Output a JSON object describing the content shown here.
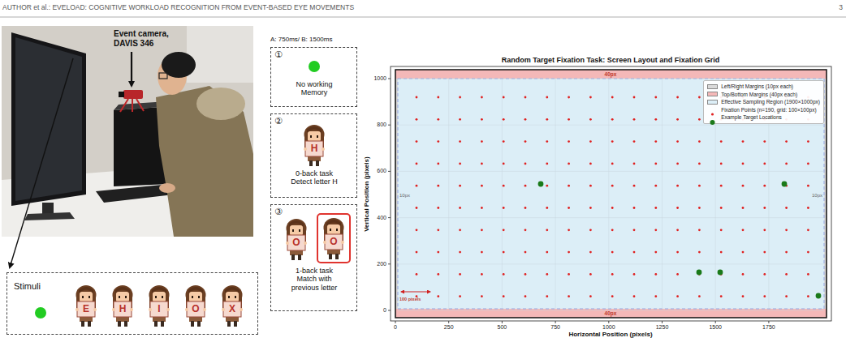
{
  "diagram": {
    "nodes": [
      {
        "text": [
          "Stimuli"
        ]
      },
      {
        "text": [
          "E"
        ],
        "in": 0
      },
      {
        "text": [
          "H"
        ],
        "in": 0
      },
      {
        "text": [
          "I"
        ],
        "in": 0
      },
      {
        "text": [
          "O"
        ],
        "in": 0
      },
      {
        "text": [
          "X"
        ],
        "in": 0
      },
      {
        "text": [
          "①",
          "No working Memory"
        ]
      },
      {
        "text": [
          "②",
          "0-back task Detect letter H"
        ]
      },
      {
        "text": [
          "H"
        ],
        "in": 7
      },
      {
        "text": [
          "③",
          "1-back task Match with previous letter"
        ]
      },
      {
        "text": [
          "O"
        ],
        "in": 9
      },
      {
        "text": [
          "O"
        ],
        "in": 9
      }
    ],
    "labels": [
      "AUTHOR et al.: EVELOAD: COGNITIVE WORKLOAD RECOGNITION FROM EVENT-BASED EYE MOVEMENTS",
      "3",
      "Event camera, DAVIS 346",
      "A: 750ms/ B: 1500ms",
      "Random Target Fixation Task: Screen Layout and Fixation Grid",
      "40px",
      "10px",
      "10px",
      "40px",
      "100 pixels",
      "0",
      "200",
      "400",
      "600",
      "800",
      "1000",
      "0",
      "250",
      "500",
      "750",
      "1000",
      "1250",
      "1500",
      "1750",
      "Horizontal Position (pixels)",
      "Vertical Position (pixels)"
    ],
    "legend": [
      {
        "text": "Left/Right Margins (10px each)",
        "color": "#d9d9d9"
      },
      {
        "text": "Top/Bottom Margins (40px each)",
        "color": "#f4b8b8"
      },
      {
        "text": "Effective Sampling Region (1900×1000px)",
        "color": "#dceef7"
      },
      {
        "text": "Fixation Points (n=190, grid: 100×100px)"
      },
      {
        "text": "Example Target Locations"
      }
    ]
  }
}
